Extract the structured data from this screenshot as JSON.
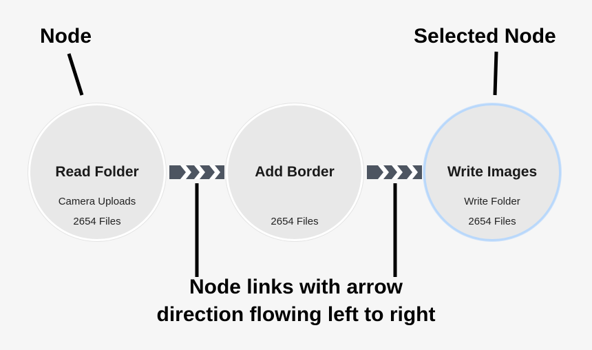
{
  "callouts": {
    "node_label": "Node",
    "selected_label": "Selected Node",
    "links_line1": "Node links with arrow",
    "links_line2": "direction flowing left to right"
  },
  "nodes": [
    {
      "title": "Read Folder",
      "subtitle": "Camera Uploads",
      "files": "2654 Files",
      "selected": false
    },
    {
      "title": "Add Border",
      "subtitle": "",
      "files": "2654 Files",
      "selected": false
    },
    {
      "title": "Write Images",
      "subtitle": "Write Folder",
      "files": "2654 Files",
      "selected": true
    }
  ],
  "colors": {
    "background": "#f6f6f6",
    "node_fill": "#e8e8e8",
    "selected_ring": "#b9d8fb",
    "link_fill": "#4d5561",
    "link_arrow": "#ffffff"
  },
  "icons": {
    "link_arrow": "double-chevron-right-icon"
  }
}
